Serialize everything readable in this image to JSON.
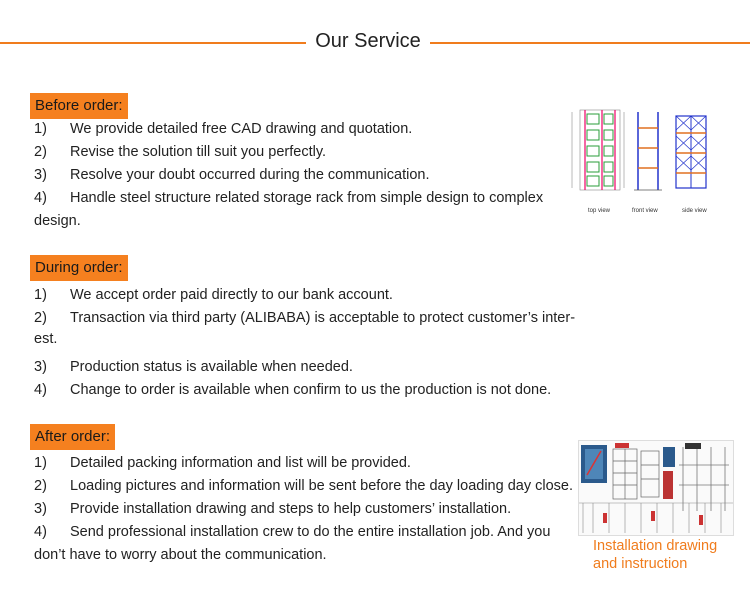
{
  "header": {
    "title": "Our Service"
  },
  "sections": {
    "before": {
      "label": "Before order:",
      "items": [
        {
          "num": "1)",
          "text": "We provide detailed free CAD drawing and quotation."
        },
        {
          "num": "2)",
          "text": "Revise the solution till suit you perfectly."
        },
        {
          "num": "3)",
          "text": "Resolve your doubt occurred during the communication."
        },
        {
          "num": "4)",
          "text": "Handle steel structure related storage rack from simple design to complex"
        }
      ],
      "item4_cont": "design."
    },
    "during": {
      "label": "During order:",
      "items": [
        {
          "num": "1)",
          "text": "We accept order paid directly to our bank account."
        },
        {
          "num": "2)",
          "text": "Transaction via third party (ALIBABA) is acceptable to protect customer’s inter-"
        }
      ],
      "item2_cont": "est.",
      "items2": [
        {
          "num": "3)",
          "text": "Production status is available when needed."
        },
        {
          "num": "4)",
          "text": "Change to order is available when confirm to us the production is not done."
        }
      ]
    },
    "after": {
      "label": "After order:",
      "items": [
        {
          "num": "1)",
          "text": "Detailed packing information and list will be provided."
        },
        {
          "num": "2)",
          "text": "Loading pictures and information will be sent before the day loading day close."
        },
        {
          "num": "3)",
          "text": "Provide installation drawing and steps to help customers’ installation."
        },
        {
          "num": "4)",
          "text": "Send professional installation crew to do the entire installation job. And you"
        }
      ],
      "item4_cont": "don’t have to worry about the communication."
    }
  },
  "cad_drawing": {
    "views": [
      "top view",
      "front view",
      "side view"
    ]
  },
  "install_caption": {
    "line1": "Installation drawing",
    "line2": "and instruction"
  },
  "colors": {
    "accent": "#f5801f",
    "caption": "#f07c1d"
  }
}
